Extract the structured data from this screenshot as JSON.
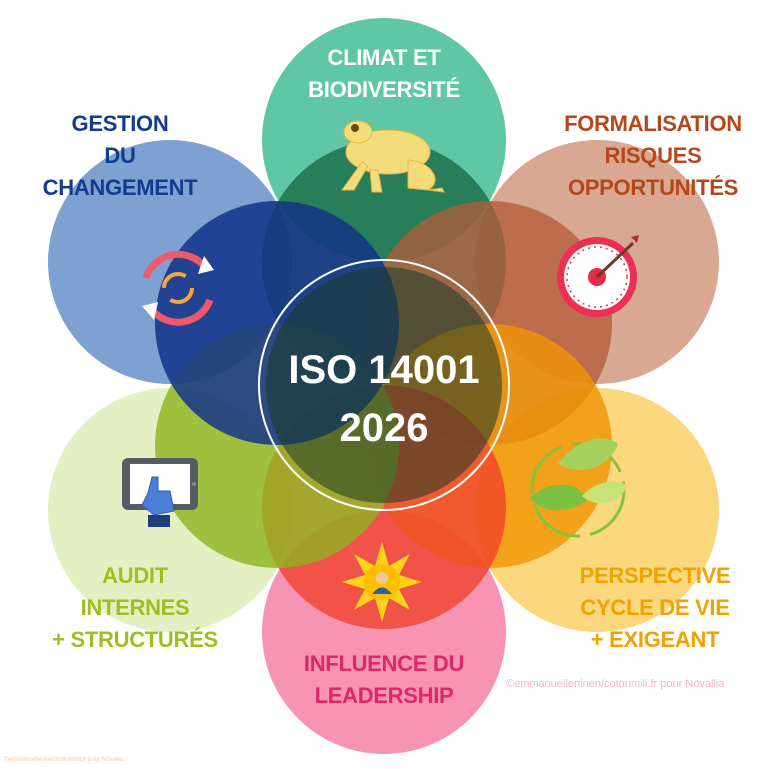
{
  "center": {
    "line1": "ISO 14001",
    "line2": "2026"
  },
  "petals": [
    {
      "id": "climat",
      "lines": [
        "CLIMAT ET",
        "BIODIVERSITÉ"
      ],
      "color": "#5fc7a5",
      "text_color": "#ffffff",
      "icon": "frog-icon"
    },
    {
      "id": "formalisation",
      "lines": [
        "FORMALISATION",
        "RISQUES",
        "OPPORTUNITÉS"
      ],
      "color": "#d9a892",
      "text_color": "#b4471c",
      "icon": "target-dart-icon"
    },
    {
      "id": "perspective",
      "lines": [
        "PERSPECTIVE",
        "CYCLE DE VIE",
        "+ EXIGEANT"
      ],
      "color": "#fbd77e",
      "text_color": "#f0a300",
      "icon": "leaves-cycle-icon"
    },
    {
      "id": "influence",
      "lines": [
        "INFLUENCE DU",
        "LEADERSHIP"
      ],
      "color": "#f794b4",
      "text_color": "#e0266a",
      "icon": "leader-sun-icon"
    },
    {
      "id": "audit",
      "lines": [
        "AUDIT",
        "INTERNES",
        "+ STRUCTURÉS"
      ],
      "color": "#e3f0c4",
      "text_color": "#9fbf1e",
      "icon": "tablet-touch-icon"
    },
    {
      "id": "gestion",
      "lines": [
        "GESTION",
        "DU",
        "CHANGEMENT"
      ],
      "color": "#7ea1d2",
      "text_color": "#123c8c",
      "icon": "change-cycle-icon"
    }
  ],
  "credit": "©emmanuelleninen/cotonmili.fr pour Novallia",
  "credit_small": "©emmanuelleninen/cotonmili.fr pour Novallia"
}
